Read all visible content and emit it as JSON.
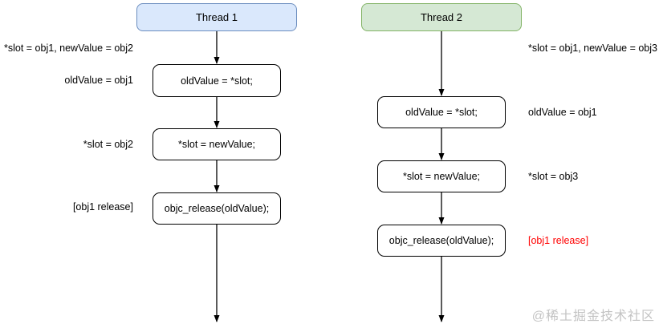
{
  "diagram": {
    "threads": [
      {
        "title": "Thread 1",
        "boxes": [
          "oldValue = *slot;",
          "*slot = newValue;",
          "objc_release(oldValue);"
        ]
      },
      {
        "title": "Thread 2",
        "boxes": [
          "oldValue = *slot;",
          "*slot = newValue;",
          "objc_release(oldValue);"
        ]
      }
    ],
    "left_labels": [
      "*slot = obj1, newValue = obj2",
      "oldValue = obj1",
      "*slot = obj2",
      "[obj1 release]"
    ],
    "right_labels": [
      "*slot = obj1, newValue = obj3",
      "oldValue = obj1",
      "*slot = obj3",
      "[obj1 release]"
    ],
    "colors": {
      "thread1_fill": "#dae8fc",
      "thread1_border": "#6c8ebf",
      "thread2_fill": "#d5e8d4",
      "thread2_border": "#82b366",
      "release_highlight": "#ff0000",
      "watermark": "#c3c3c3"
    },
    "watermark": "@稀土掘金技术社区"
  }
}
